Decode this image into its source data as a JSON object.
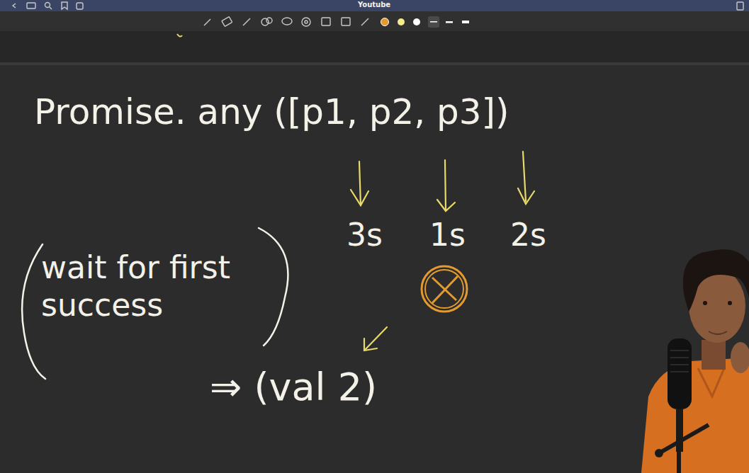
{
  "diagram": {
    "labels": [
      "Youtube",
      "Promise. any ([p1, p2, p3])",
      "3s",
      "1s",
      "2s",
      "wait for first success",
      "⇒ (val 2)"
    ]
  }
}
